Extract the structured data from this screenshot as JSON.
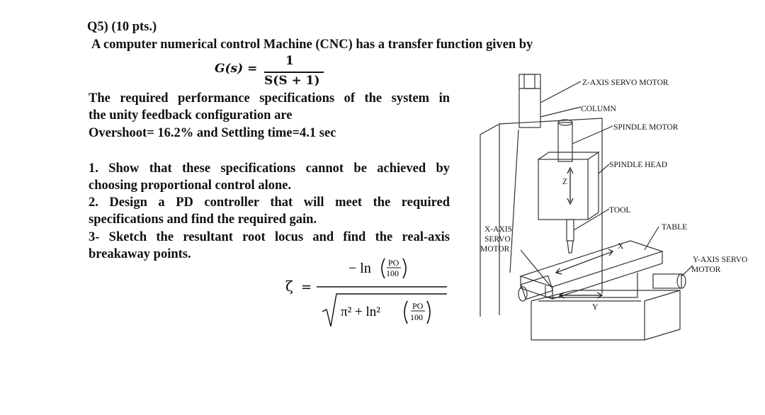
{
  "question": {
    "heading": "Q5) (10 pts.)",
    "intro": "A computer numerical control Machine (CNC) has a transfer function given by",
    "transfer_function": {
      "lhs": "G(s) =",
      "numerator": "1",
      "denominator": "S(S + 1)"
    },
    "requirements": [
      "The required performance specifications of the system in",
      "the unity feedback configuration are",
      "Overshoot= 16.2% and Settling time=4.1 sec"
    ],
    "tasks": [
      {
        "line1": "1. Show that these specifications cannot be achieved by",
        "line2": "choosing proportional control alone."
      },
      {
        "line1": "2. Design a PD controller that will meet the required",
        "line2": "specifications and find the required gain."
      },
      {
        "line1": "3- Sketch the resultant root locus and find the real-axis",
        "line2": "breakaway points."
      }
    ]
  },
  "formula": {
    "zeta": "ζ",
    "equals": "=",
    "minus_ln": "− ln",
    "po": "PO",
    "hundred": "100",
    "pi_sq": "π² + ln²"
  },
  "diagram": {
    "labels": {
      "z_servo": "Z-AXIS SERVO MOTOR",
      "column": "COLUMN",
      "spindle_motor": "SPINDLE MOTOR",
      "spindle_head": "SPINDLE HEAD",
      "tool": "TOOL",
      "table": "TABLE",
      "x_servo_1": "X-AXIS",
      "x_servo_2": "SERVO",
      "x_servo_3": "MOTOR",
      "y_servo_1": "Y-AXIS SERVO",
      "y_servo_2": "MOTOR",
      "axis_x": "X",
      "axis_y": "Y",
      "axis_z": "Z"
    }
  }
}
